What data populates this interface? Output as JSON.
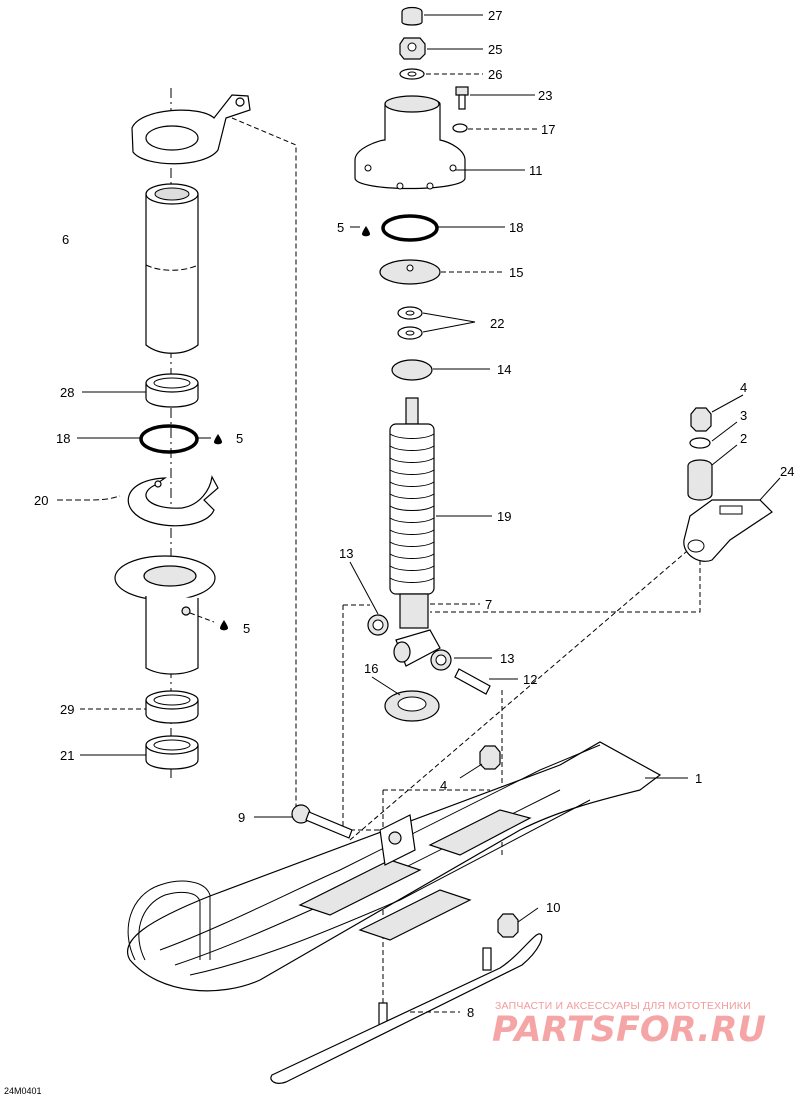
{
  "diagram_code": "24M0401",
  "watermark": {
    "tagline": "ЗАПЧАСТИ И АКСЕССУАРЫ ДЛЯ МОТОТЕХНИКИ",
    "logo_text": "PARTSFOR.RU"
  },
  "callouts": [
    {
      "id": "27",
      "label": "27"
    },
    {
      "id": "25",
      "label": "25"
    },
    {
      "id": "26",
      "label": "26"
    },
    {
      "id": "23",
      "label": "23"
    },
    {
      "id": "17",
      "label": "17"
    },
    {
      "id": "11",
      "label": "11"
    },
    {
      "id": "18a",
      "label": "18"
    },
    {
      "id": "5a",
      "label": "5"
    },
    {
      "id": "15",
      "label": "15"
    },
    {
      "id": "22",
      "label": "22"
    },
    {
      "id": "14",
      "label": "14"
    },
    {
      "id": "4a",
      "label": "4"
    },
    {
      "id": "3",
      "label": "3"
    },
    {
      "id": "2",
      "label": "2"
    },
    {
      "id": "24",
      "label": "24"
    },
    {
      "id": "19",
      "label": "19"
    },
    {
      "id": "13a",
      "label": "13"
    },
    {
      "id": "7",
      "label": "7"
    },
    {
      "id": "13b",
      "label": "13"
    },
    {
      "id": "16",
      "label": "16"
    },
    {
      "id": "12",
      "label": "12"
    },
    {
      "id": "1",
      "label": "1"
    },
    {
      "id": "4b",
      "label": "4"
    },
    {
      "id": "6",
      "label": "6"
    },
    {
      "id": "28",
      "label": "28"
    },
    {
      "id": "18b",
      "label": "18"
    },
    {
      "id": "5b",
      "label": "5"
    },
    {
      "id": "20",
      "label": "20"
    },
    {
      "id": "5c",
      "label": "5"
    },
    {
      "id": "29",
      "label": "29"
    },
    {
      "id": "21",
      "label": "21"
    },
    {
      "id": "9",
      "label": "9"
    },
    {
      "id": "10",
      "label": "10"
    },
    {
      "id": "8",
      "label": "8"
    }
  ]
}
